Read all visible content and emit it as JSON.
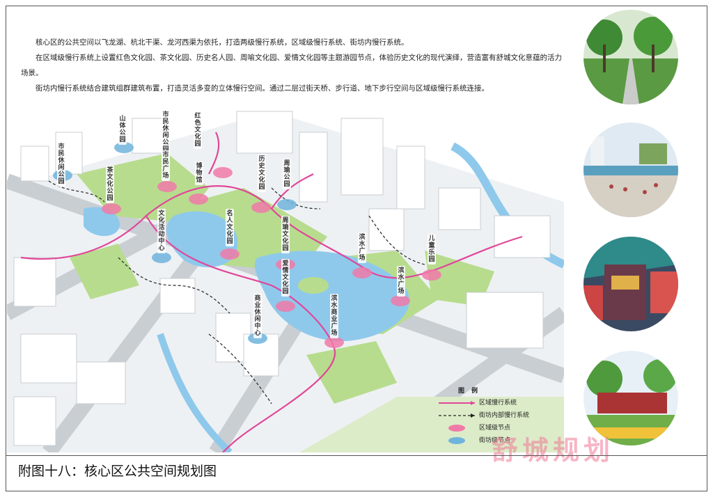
{
  "intro": {
    "paragraphs": [
      "核心区的公共空间以飞龙湖、杭北干渠、龙河西渠为依托，打造两级慢行系统，区域级慢行系统、街坊内慢行系统。",
      "在区域级慢行系统上设置红色文化园、茶文化园、历史名人园、周喻文化园、爱情文化园等主题游园节点，体验历史文化的现代演绎，营造富有舒城文化意蕴的活力场景。",
      "街坊内慢行系统结合建筑组群建筑布置，打造灵活多变的立体慢行空间。通过二层过街天桥、步行道、地下步行空间与区域级慢行系统连接。"
    ]
  },
  "map": {
    "nodes": [
      {
        "label": "山体公园",
        "kind": "block"
      },
      {
        "label": "市民休闲公园",
        "kind": "block"
      },
      {
        "label": "市民休闲公园",
        "kind": "region"
      },
      {
        "label": "红色文化园",
        "kind": "region"
      },
      {
        "label": "市民广场",
        "kind": "region"
      },
      {
        "label": "茶文化公园",
        "kind": "region"
      },
      {
        "label": "博物馆",
        "kind": "region"
      },
      {
        "label": "历史文化园",
        "kind": "region"
      },
      {
        "label": "周瑜公园",
        "kind": "block"
      },
      {
        "label": "名人文化园",
        "kind": "region"
      },
      {
        "label": "文化活动中心",
        "kind": "block"
      },
      {
        "label": "周瑜文化园",
        "kind": "region"
      },
      {
        "label": "滨水广场",
        "kind": "region"
      },
      {
        "label": "儿童乐园",
        "kind": "region"
      },
      {
        "label": "爱情文化园",
        "kind": "region"
      },
      {
        "label": "商业休闲中心",
        "kind": "block"
      },
      {
        "label": "滨水广场",
        "kind": "region"
      },
      {
        "label": "滨水商业广场",
        "kind": "region"
      }
    ]
  },
  "legend": {
    "title": "图例",
    "items": [
      {
        "label": "区域慢行系统",
        "kind": "region-path"
      },
      {
        "label": "街坊内部慢行系统",
        "kind": "block-path"
      },
      {
        "label": "区域级节点",
        "kind": "region-node"
      },
      {
        "label": "街坊级节点",
        "kind": "block-node"
      }
    ]
  },
  "photos": [
    {
      "subject": "tree-lined walkway"
    },
    {
      "subject": "waterfront promenade"
    },
    {
      "subject": "graffiti plaza"
    },
    {
      "subject": "culture garden sign"
    }
  ],
  "colors": {
    "region_path": "#e0479a",
    "region_node": "#f07aa8",
    "block_node": "#6fb4dc",
    "water": "#8ec9ec",
    "green": "#b7dc8e"
  },
  "watermark": "舒城规划",
  "caption": "附图十八：核心区公共空间规划图"
}
